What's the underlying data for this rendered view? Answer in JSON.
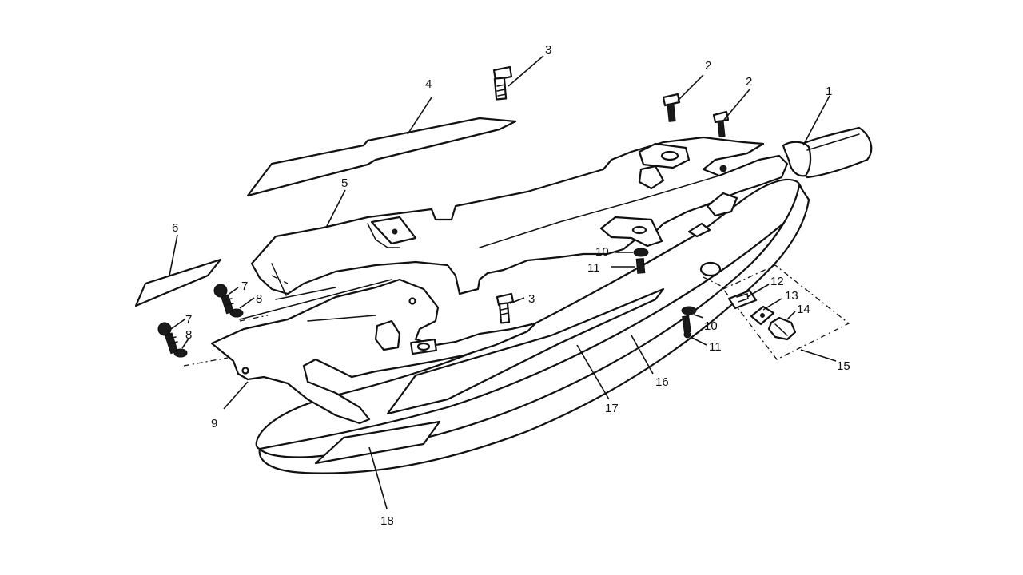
{
  "callouts": {
    "c1": "1",
    "c2a": "2",
    "c2b": "2",
    "c3a": "3",
    "c3b": "3",
    "c4": "4",
    "c5": "5",
    "c6": "6",
    "c7a": "7",
    "c7b": "7",
    "c8a": "8",
    "c8b": "8",
    "c9": "9",
    "c10a": "10",
    "c10b": "10",
    "c11a": "11",
    "c11b": "11",
    "c12": "12",
    "c13": "13",
    "c14": "14",
    "c15": "15",
    "c16": "16",
    "c17": "17",
    "c18": "18"
  },
  "colors": {
    "line": "#111111",
    "background": "#ffffff"
  }
}
